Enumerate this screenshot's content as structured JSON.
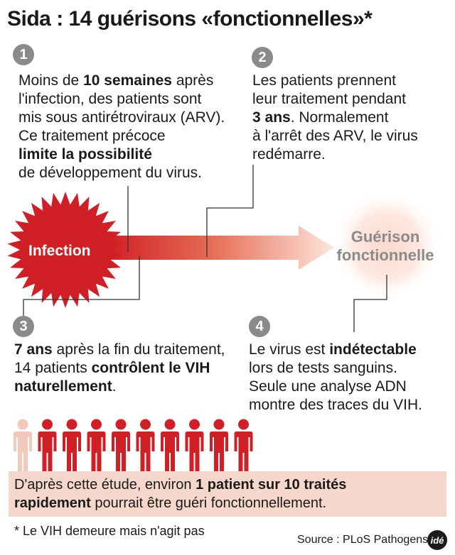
{
  "title": "Sida : 14 guérisons «fonctionnelles»*",
  "steps": [
    {
      "number": "1",
      "lines": [
        [
          {
            "t": "Moins de ",
            "b": false
          },
          {
            "t": "10 semaines",
            "b": true
          },
          {
            "t": " après",
            "b": false
          }
        ],
        [
          {
            "t": "l'infection, des patients sont",
            "b": false
          }
        ],
        [
          {
            "t": "mis sous antirétroviraux (ARV).",
            "b": false
          }
        ],
        [
          {
            "t": "Ce traitement précoce",
            "b": false
          }
        ],
        [
          {
            "t": "limite la possibilité",
            "b": true
          }
        ],
        [
          {
            "t": "de développement du virus.",
            "b": false
          }
        ]
      ]
    },
    {
      "number": "2",
      "lines": [
        [
          {
            "t": "Les patients prennent",
            "b": false
          }
        ],
        [
          {
            "t": "leur traitement pendant",
            "b": false
          }
        ],
        [
          {
            "t": "3 ans",
            "b": true
          },
          {
            "t": ". Normalement",
            "b": false
          }
        ],
        [
          {
            "t": "à l'arrêt des ARV, le virus",
            "b": false
          }
        ],
        [
          {
            "t": "redémarre.",
            "b": false
          }
        ]
      ]
    },
    {
      "number": "3",
      "lines": [
        [
          {
            "t": "7 ans",
            "b": true
          },
          {
            "t": " après la fin du traitement,",
            "b": false
          }
        ],
        [
          {
            "t": "14 patients ",
            "b": false
          },
          {
            "t": "contrôlent le VIH",
            "b": true
          }
        ],
        [
          {
            "t": "naturellement",
            "b": true
          },
          {
            "t": ".",
            "b": false
          }
        ]
      ]
    },
    {
      "number": "4",
      "lines": [
        [
          {
            "t": "Le virus est ",
            "b": false
          },
          {
            "t": "indétectable",
            "b": true
          }
        ],
        [
          {
            "t": "lors de tests sanguins.",
            "b": false
          }
        ],
        [
          {
            "t": "Seule une analyse ADN",
            "b": false
          }
        ],
        [
          {
            "t": "montre des traces du VIH.",
            "b": false
          }
        ]
      ]
    }
  ],
  "timeline": {
    "start_label": "Infection",
    "end_label_line1": "Guérison",
    "end_label_line2": "fonctionnelle"
  },
  "people": {
    "total": 10,
    "highlighted": 1,
    "highlight_color": "#f2c9bb",
    "base_color": "#d11f26"
  },
  "conclusion": [
    [
      {
        "t": "D'après cette étude, environ ",
        "b": false
      },
      {
        "t": "1 patient sur 10 traités",
        "b": true
      }
    ],
    [
      {
        "t": "rapidement",
        "b": true
      },
      {
        "t": " pourrait être guéri fonctionnellement.",
        "b": false
      }
    ]
  ],
  "footnote": "* Le VIH demeure mais n'agit pas",
  "source": "Source : PLoS Pathogens",
  "logo_text": "idé",
  "colors": {
    "red": "#d11f26",
    "badge_gray": "#8a8a8a",
    "band": "#f6d7cb"
  }
}
